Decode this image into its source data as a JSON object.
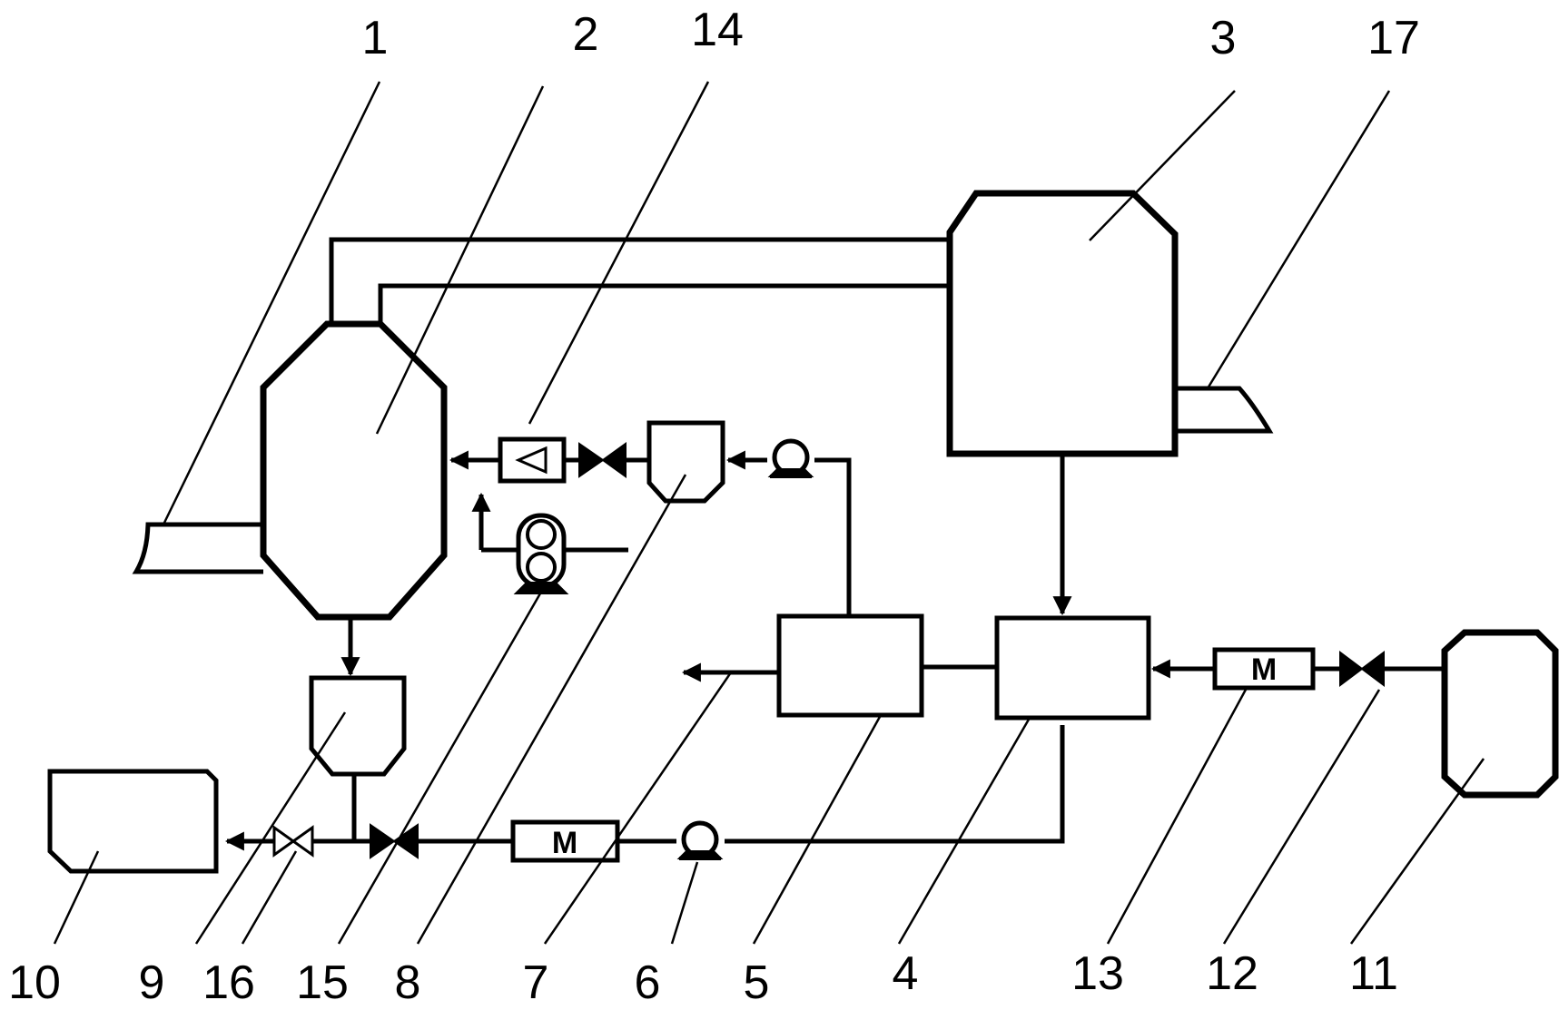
{
  "diagram": {
    "labels": {
      "l1": "1",
      "l2": "2",
      "l14": "14",
      "l3": "3",
      "l17": "17",
      "l10": "10",
      "l9": "9",
      "l16": "16",
      "l15": "15",
      "l8": "8",
      "l7": "7",
      "l6": "6",
      "l5": "5",
      "l4": "4",
      "l13": "13",
      "l12": "12",
      "l11": "11"
    },
    "meters": {
      "bottom": "M",
      "right": "M"
    }
  }
}
